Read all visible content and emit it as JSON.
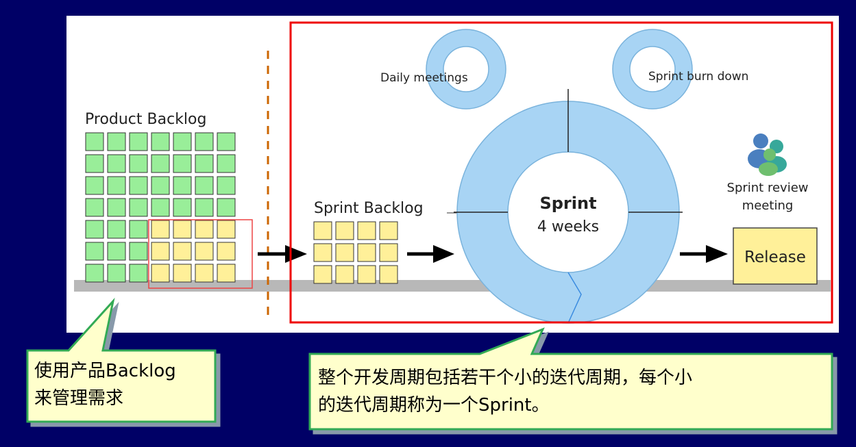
{
  "diagram": {
    "product_backlog_label": "Product Backlog",
    "sprint_backlog_label": "Sprint Backlog",
    "daily_meetings_label": "Daily meetings",
    "sprint_burn_down_label": "Sprint burn down",
    "sprint_title": "Sprint",
    "sprint_duration": "4 weeks",
    "review_label_line1": "Sprint review",
    "review_label_line2": "meeting",
    "release_label": "Release"
  },
  "callouts": {
    "left": {
      "line1": "使用产品Backlog",
      "line2": "来管理需求"
    },
    "right": {
      "line1": "整个开发周期包括若干个小的迭代周期，每个小",
      "line2": "的迭代周期称为一个Sprint。"
    }
  },
  "colors": {
    "background": "#000066",
    "backlog_green": "#99ee99",
    "backlog_yellow": "#fff099",
    "cycle_blue": "#a8d4f4",
    "highlight_red": "#ee0000",
    "callout_fill": "#ffffcc",
    "callout_border": "#33aa55"
  }
}
